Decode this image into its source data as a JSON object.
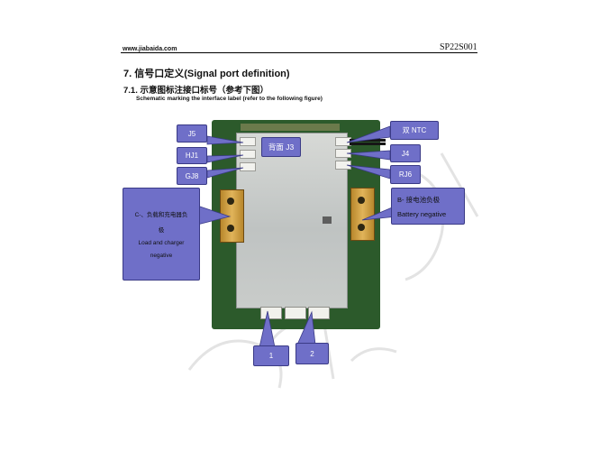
{
  "header": {
    "site": "www.jiabaida.com",
    "doc_code": "SP22S001"
  },
  "section": {
    "title": "7.  信号口定义(Signal port definition)",
    "subtitle": "7.1. 示意图标注接口标号（参考下图）",
    "caption": "Schematic marking the interface label (refer to the following figure)"
  },
  "labels": {
    "j5": "J5",
    "hj1": "HJ1",
    "gj8": "GJ8",
    "back_j3": "背面 J3",
    "dual_ntc": "双 NTC",
    "j4": "J4",
    "rj6": "RJ6",
    "port1": "1",
    "port2": "2",
    "neg_left_l1": "C-、负载和充电器负",
    "neg_left_l2": "极",
    "neg_left_l3": "Load and charger",
    "neg_left_l4": "negative",
    "neg_right_l1": "B-  接电池负极",
    "neg_right_l2": "Battery negative"
  },
  "colors": {
    "label_fill": "#6f6fc8",
    "label_border": "#3a3a86",
    "pcb": "#2c5a2b",
    "busbar": "#e1b45a"
  }
}
